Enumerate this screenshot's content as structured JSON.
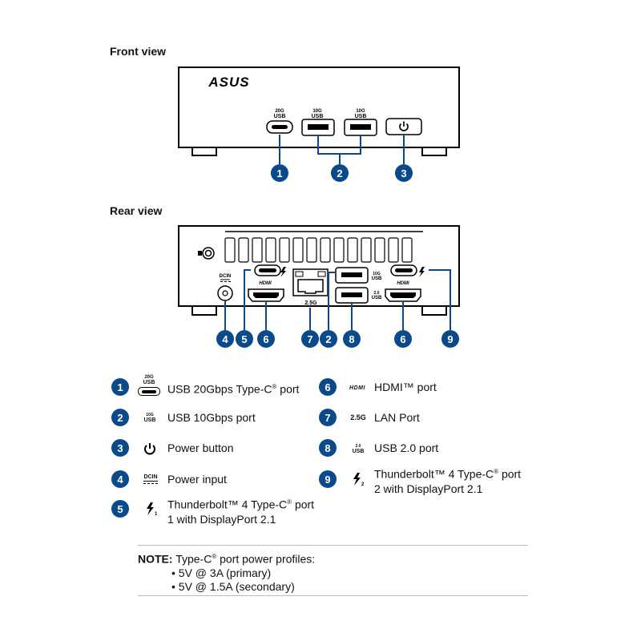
{
  "front_view_title": "Front view",
  "rear_view_title": "Rear view",
  "brand": "ASUS",
  "labels": {
    "usb20g_a": "20G",
    "usb20g_b": "USB",
    "usb10g_a": "10G",
    "usb10g_b": "USB",
    "usb20_a": "2.0",
    "usb20_b": "USB",
    "hdmi": "HDMI",
    "lan": "2.5G",
    "dcin": "DCIN"
  },
  "callout_numbers": {
    "one": "1",
    "two": "2",
    "three": "3",
    "four": "4",
    "five": "5",
    "six": "6",
    "seven": "7",
    "eight": "8",
    "nine": "9"
  },
  "legend": [
    {
      "num": "1",
      "text": "USB 20Gbps Type-C",
      "sup": "®",
      "text_after": " port",
      "line2": ""
    },
    {
      "num": "2",
      "text": "USB 10Gbps port",
      "sup": "",
      "text_after": "",
      "line2": ""
    },
    {
      "num": "3",
      "text": "Power button",
      "sup": "",
      "text_after": "",
      "line2": ""
    },
    {
      "num": "4",
      "text": "Power input",
      "sup": "",
      "text_after": "",
      "line2": ""
    },
    {
      "num": "5",
      "text": "Thunderbolt™ 4 Type-C",
      "sup": "®",
      "text_after": " port",
      "line2": "1 with DisplayPort 2.1"
    },
    {
      "num": "6",
      "text": "HDMI™ port",
      "sup": "",
      "text_after": "",
      "line2": ""
    },
    {
      "num": "7",
      "text": "LAN Port",
      "sup": "",
      "text_after": "",
      "line2": ""
    },
    {
      "num": "8",
      "text": "USB 2.0 port",
      "sup": "",
      "text_after": "",
      "line2": ""
    },
    {
      "num": "9",
      "text": "Thunderbolt™ 4 Type-C",
      "sup": "®",
      "text_after": " port",
      "line2": "2 with DisplayPort 2.1"
    }
  ],
  "note": {
    "label": "NOTE:",
    "text": " Type-C",
    "sup": "®",
    "text_after": " port power profiles:",
    "items": [
      "• 5V @ 3A (primary)",
      "• 5V @ 1.5A (secondary)"
    ]
  },
  "colors": {
    "badge": "#0a4a8a",
    "line": "#0a4a8a"
  }
}
